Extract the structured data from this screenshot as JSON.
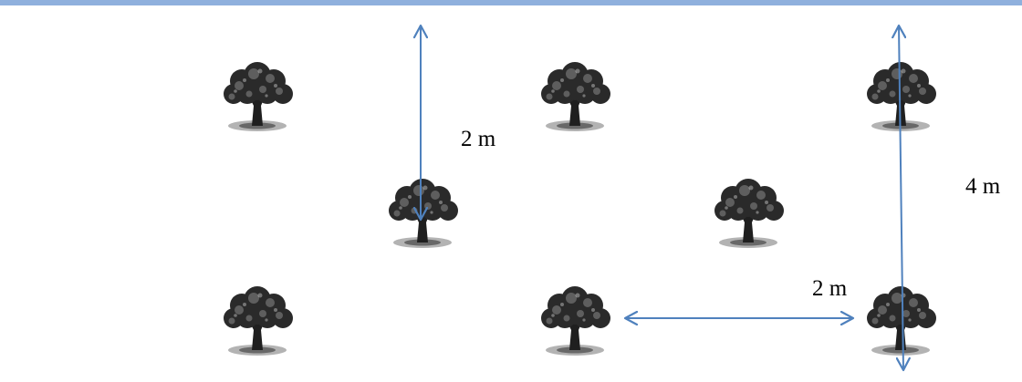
{
  "colors": {
    "top_border": "#8fb0dd",
    "arrow": "#4f81bd",
    "tree_dark": "#1f1f1f",
    "tree_mid": "#555555",
    "tree_light": "#9a9a9a",
    "text": "#000000"
  },
  "labels": {
    "vertical_short": "2 m",
    "vertical_long": "4 m",
    "horizontal": "2 m"
  },
  "trees": [
    {
      "name": "tree-row1-col1",
      "icon": "tree-icon"
    },
    {
      "name": "tree-row1-col2",
      "icon": "tree-icon"
    },
    {
      "name": "tree-row1-col3",
      "icon": "tree-icon"
    },
    {
      "name": "tree-row2-col1",
      "icon": "tree-icon"
    },
    {
      "name": "tree-row2-col2",
      "icon": "tree-icon"
    },
    {
      "name": "tree-row3-col1",
      "icon": "tree-icon"
    },
    {
      "name": "tree-row3-col2",
      "icon": "tree-icon"
    },
    {
      "name": "tree-row3-col3",
      "icon": "tree-icon"
    }
  ]
}
